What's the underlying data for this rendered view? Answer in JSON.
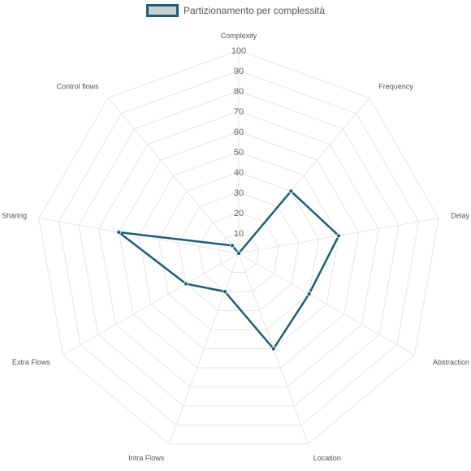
{
  "chart_data": {
    "type": "radar",
    "series": [
      {
        "name": "Partizionamento per complessità",
        "values": [
          0,
          40,
          50,
          40,
          50,
          20,
          30,
          60,
          5
        ]
      }
    ],
    "categories": [
      "Complexity",
      "Frequency",
      "Delay",
      "Abstraction",
      "Location",
      "Intra Flows",
      "Extra Flows",
      "Sharing",
      "Control flows"
    ],
    "ticks": [
      "10",
      "20",
      "30",
      "40",
      "50",
      "60",
      "70",
      "80",
      "90",
      "100"
    ],
    "range": [
      0,
      100
    ],
    "grid": true,
    "legend_position": "top",
    "colors": {
      "line": "#1b5e7a",
      "fill": "#c9ced1",
      "grid": "#e6e6e6"
    }
  }
}
